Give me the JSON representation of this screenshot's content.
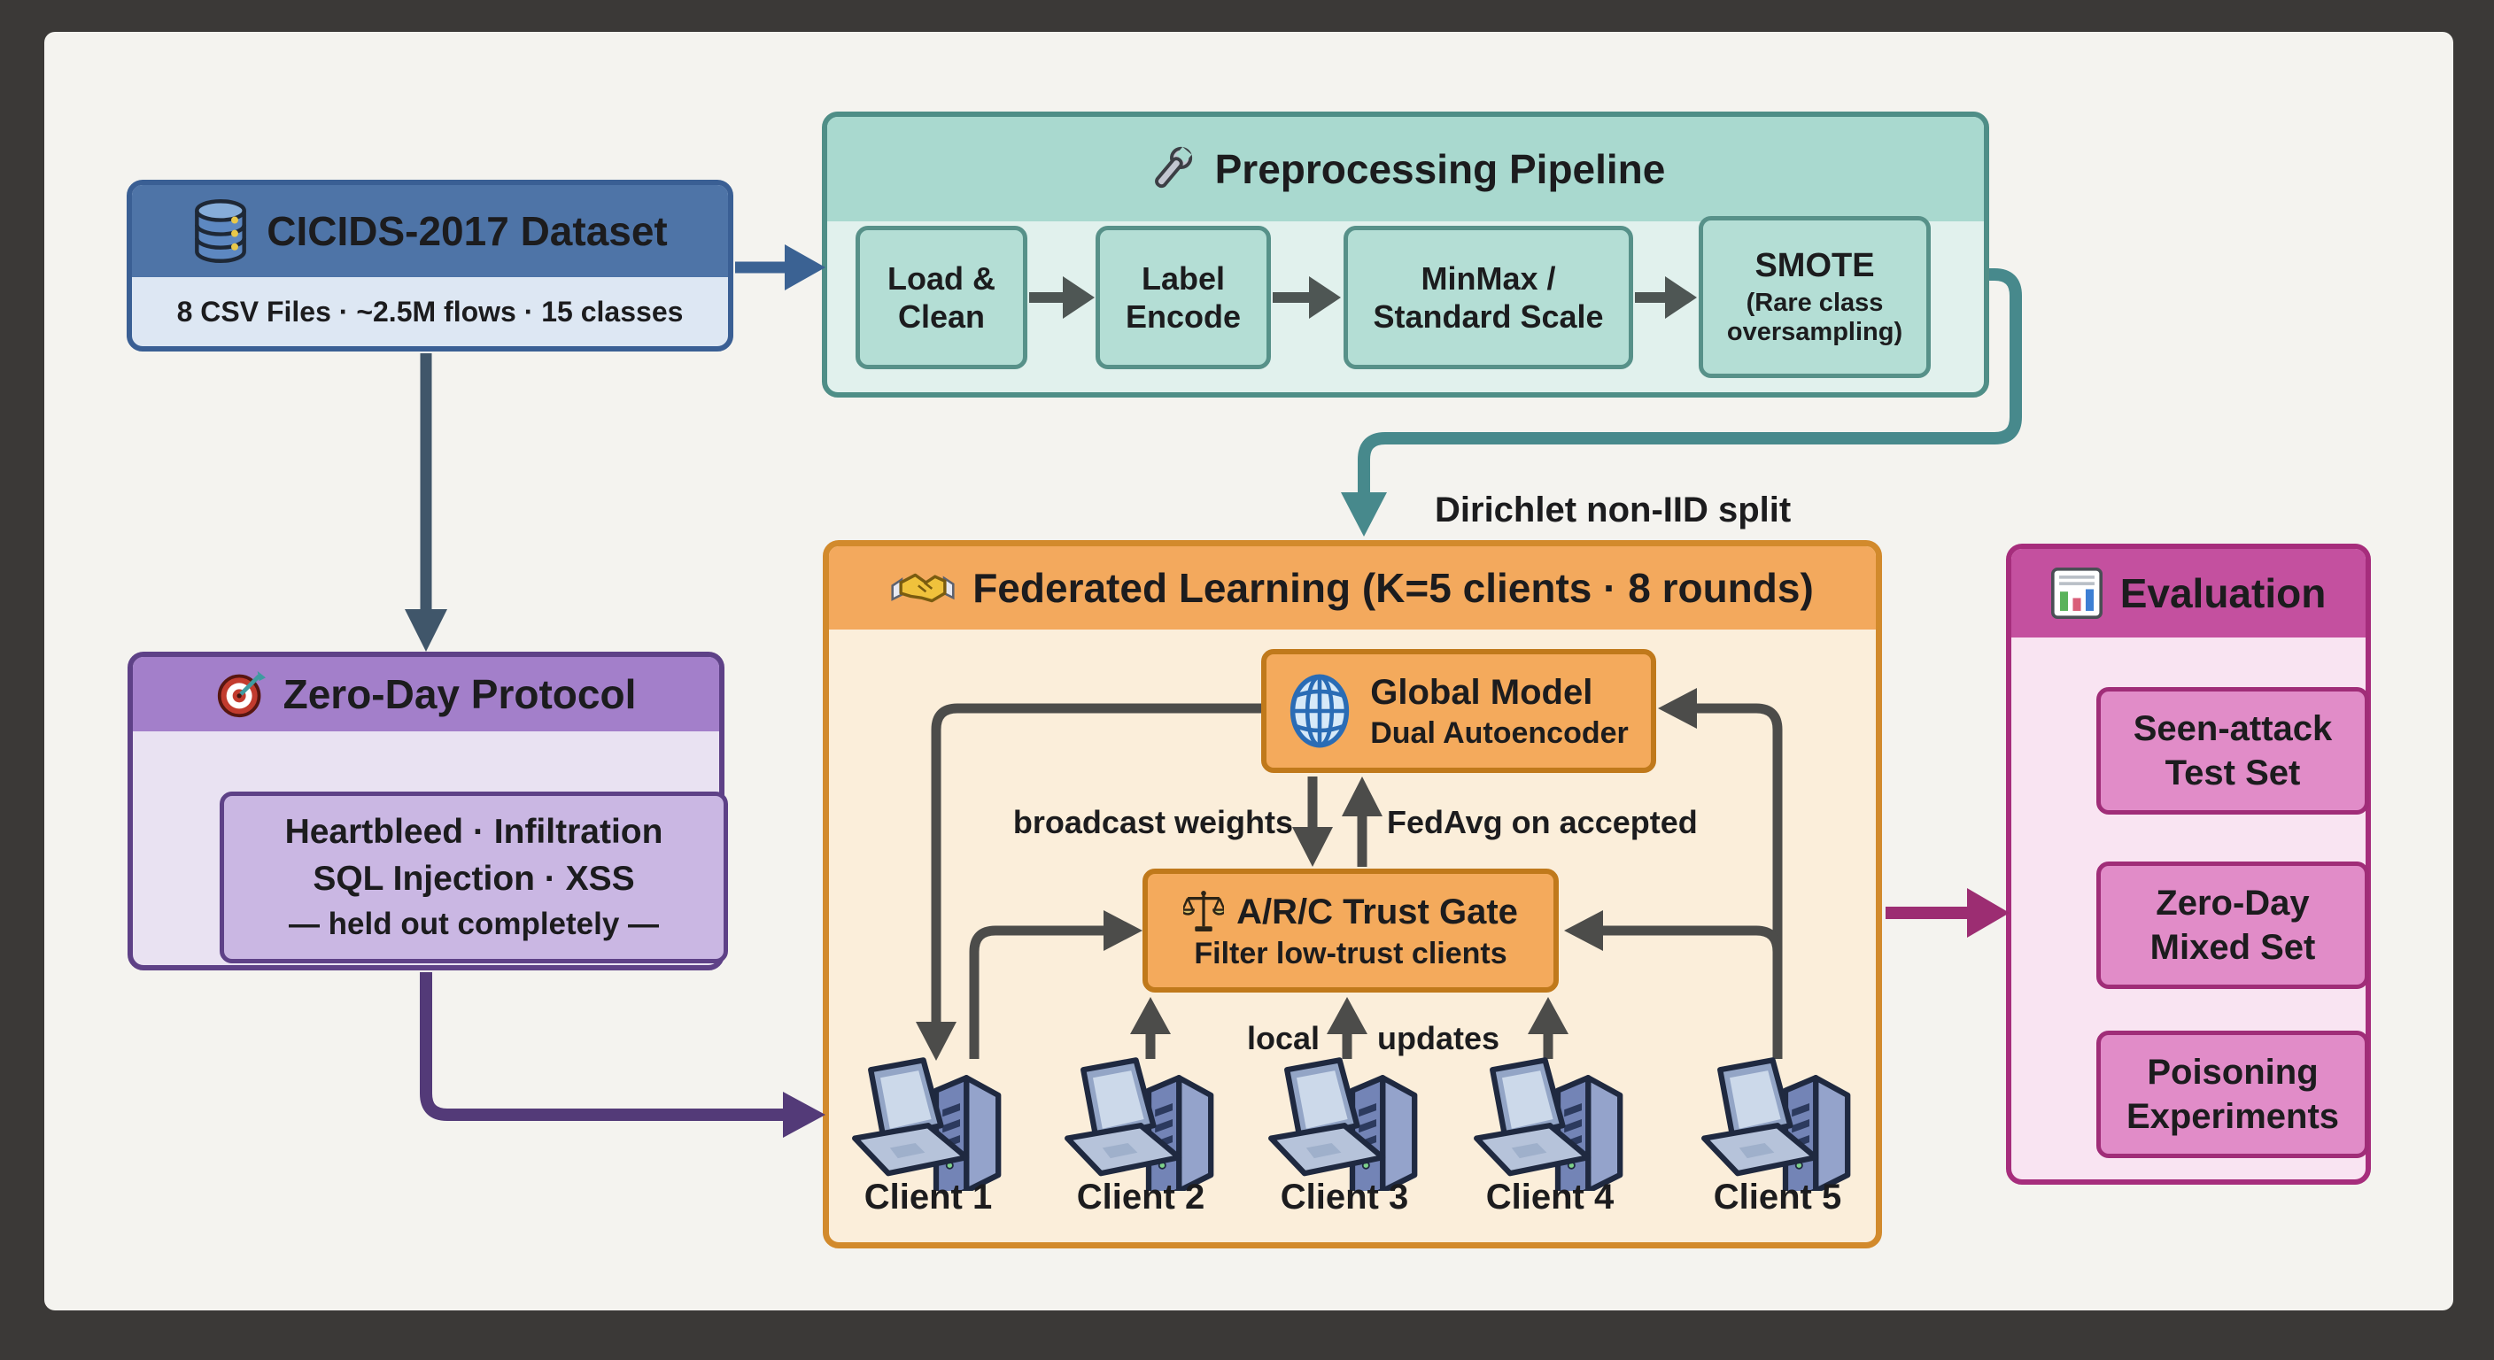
{
  "palette": {
    "frame": "#3b3937",
    "canvas": "#f4f3ef",
    "dataset_header": "#4e74a7",
    "dataset_border": "#3a5f94",
    "preprocessing_header": "#a9d9cf",
    "preprocessing_border": "#4f8e87",
    "zero_day_header": "#a37fca",
    "zero_day_border": "#5e4187",
    "federated_header": "#f3a95d",
    "federated_border": "#d28a2c",
    "evaluation_header": "#c4509f",
    "evaluation_border": "#a62d7c",
    "arrow_teal": "#47898c",
    "arrow_steel": "#3b6293",
    "arrow_slate": "#40566a",
    "arrow_gray": "#4c4c4a",
    "arrow_purple": "#533a78",
    "arrow_magenta": "#9c2d72"
  },
  "dataset": {
    "title": "CICIDS-2017 Dataset",
    "subtitle": "8 CSV Files · ~2.5M flows · 15 classes"
  },
  "preprocessing": {
    "title": "Preprocessing Pipeline",
    "steps": [
      {
        "label": "Load &\nClean"
      },
      {
        "label": "Label\nEncode"
      },
      {
        "label": "MinMax /\nStandard Scale"
      },
      {
        "label": "SMOTE",
        "note": "(Rare class\noversampling)"
      }
    ]
  },
  "split_label": "Dirichlet non-IID split",
  "zero_day": {
    "title": "Zero-Day Protocol",
    "lines": [
      "Heartbleed · Infiltration",
      "SQL Injection · XSS",
      "— held out completely —"
    ]
  },
  "federated": {
    "title": "Federated Learning (K=5 clients · 8 rounds)",
    "global_model": {
      "title": "Global Model",
      "subtitle": "Dual Autoencoder"
    },
    "trust_gate": {
      "title": "A/R/C Trust Gate",
      "subtitle": "Filter low-trust clients"
    },
    "edge_labels": {
      "broadcast": "broadcast weights",
      "fedavg": "FedAvg on accepted",
      "local": "local",
      "updates": "updates"
    },
    "clients": [
      "Client 1",
      "Client 2",
      "Client 3",
      "Client 4",
      "Client 5"
    ]
  },
  "evaluation": {
    "title": "Evaluation",
    "items": [
      "Seen-attack\nTest Set",
      "Zero-Day\nMixed Set",
      "Poisoning\nExperiments"
    ]
  }
}
